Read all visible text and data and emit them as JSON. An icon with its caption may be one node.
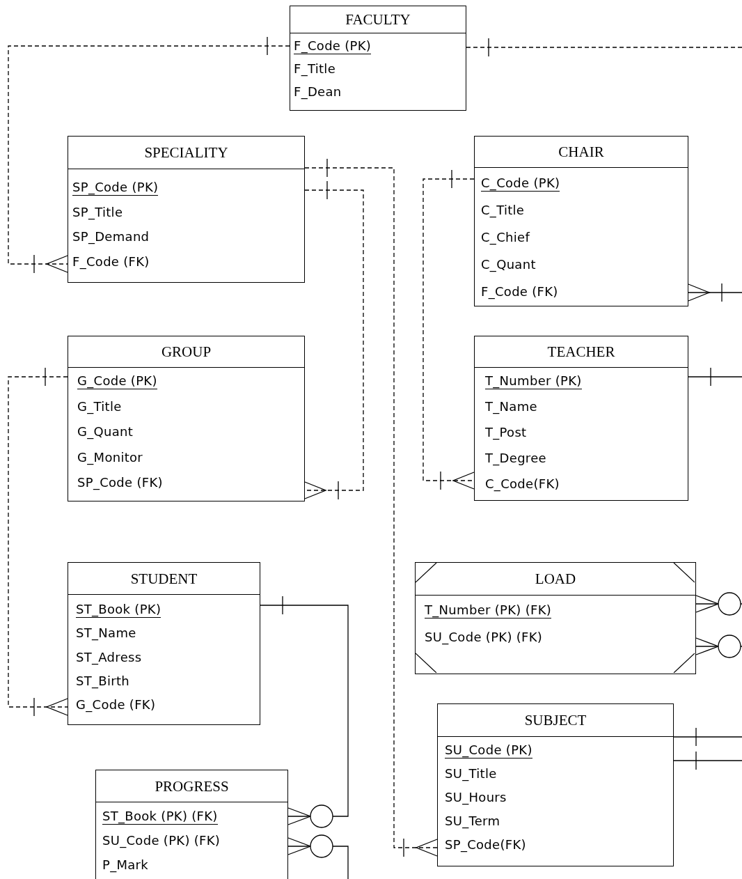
{
  "diagram": {
    "nodes": [
      {
        "text": [
          "FACULTY",
          "F_Code (PK)",
          "F_Title",
          "F_Dean"
        ]
      },
      {
        "text": [
          "SPECIALITY",
          "SP_Code (PK)",
          "SP_Title",
          "SP_Demand",
          "F_Code (FK)"
        ]
      },
      {
        "text": [
          "CHAIR",
          "C_Code (PK)",
          "C_Title",
          "C_Chief",
          "C_Quant",
          "F_Code (FK)"
        ]
      },
      {
        "text": [
          "GROUP",
          "G_Code (PK)",
          "G_Title",
          "G_Quant",
          "G_Monitor",
          "SP_Code (FK)"
        ]
      },
      {
        "text": [
          "TEACHER",
          "T_Number (PK)",
          "T_Name",
          "T_Post",
          "T_Degree",
          "C_Code(FK)"
        ]
      },
      {
        "text": [
          "STUDENT",
          "ST_Book (PK)",
          "ST_Name",
          "ST_Adress",
          "ST_Birth",
          "G_Code (FK)"
        ]
      },
      {
        "text": [
          "LOAD",
          "T_Number (PK) (FK)",
          "SU_Code (PK) (FK)"
        ]
      },
      {
        "text": [
          "SUBJECT",
          "SU_Code (PK)",
          "SU_Title",
          "SU_Hours",
          "SU_Term",
          "SP_Code(FK)"
        ]
      },
      {
        "text": [
          "PROGRESS",
          "ST_Book (PK) (FK)",
          "SU_Code (PK) (FK)",
          "P_Mark"
        ]
      }
    ],
    "edges": [
      {
        "from": 0,
        "to": 1,
        "arrow": "other",
        "style": "dashed"
      },
      {
        "from": 0,
        "to": null,
        "arrow": "other",
        "style": "dashed"
      },
      {
        "from": 1,
        "to": 3,
        "arrow": "other",
        "style": "dashed"
      },
      {
        "from": 1,
        "to": 7,
        "arrow": "other",
        "style": "dashed"
      },
      {
        "from": 2,
        "to": 4,
        "arrow": "other",
        "style": "dashed"
      },
      {
        "from": 2,
        "to": null,
        "arrow": "other"
      },
      {
        "from": 4,
        "to": null,
        "arrow": "other"
      },
      {
        "from": 3,
        "to": 5,
        "arrow": "other",
        "style": "dashed"
      },
      {
        "from": 5,
        "to": 8,
        "arrow": "other"
      },
      {
        "from": 8,
        "to": null,
        "arrow": "other"
      },
      {
        "from": 6,
        "to": null,
        "arrow": "other"
      },
      {
        "from": 6,
        "to": null,
        "arrow": "other"
      },
      {
        "from": 7,
        "to": null,
        "arrow": "other"
      },
      {
        "from": 7,
        "to": null,
        "arrow": "other"
      }
    ]
  }
}
